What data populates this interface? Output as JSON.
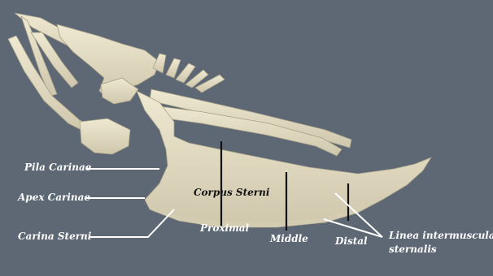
{
  "labels": {
    "pila_carinae": "Pila Carinae",
    "apex_carinae": "Apex Carinae",
    "carina_sterni": "Carina Sterni",
    "corpus_sterni": "Corpus Sterni",
    "proximal": "Proximal",
    "middle": "Middle",
    "distal": "Distal",
    "linea_line1": "Linea intermuscularis",
    "linea_line2": "sternalis"
  },
  "colors": {
    "background": "#5d6874",
    "bone": "#e6dfc6",
    "bone_shadow": "#b9b198",
    "label_text": "#ffffff",
    "section_line": "#111111"
  }
}
